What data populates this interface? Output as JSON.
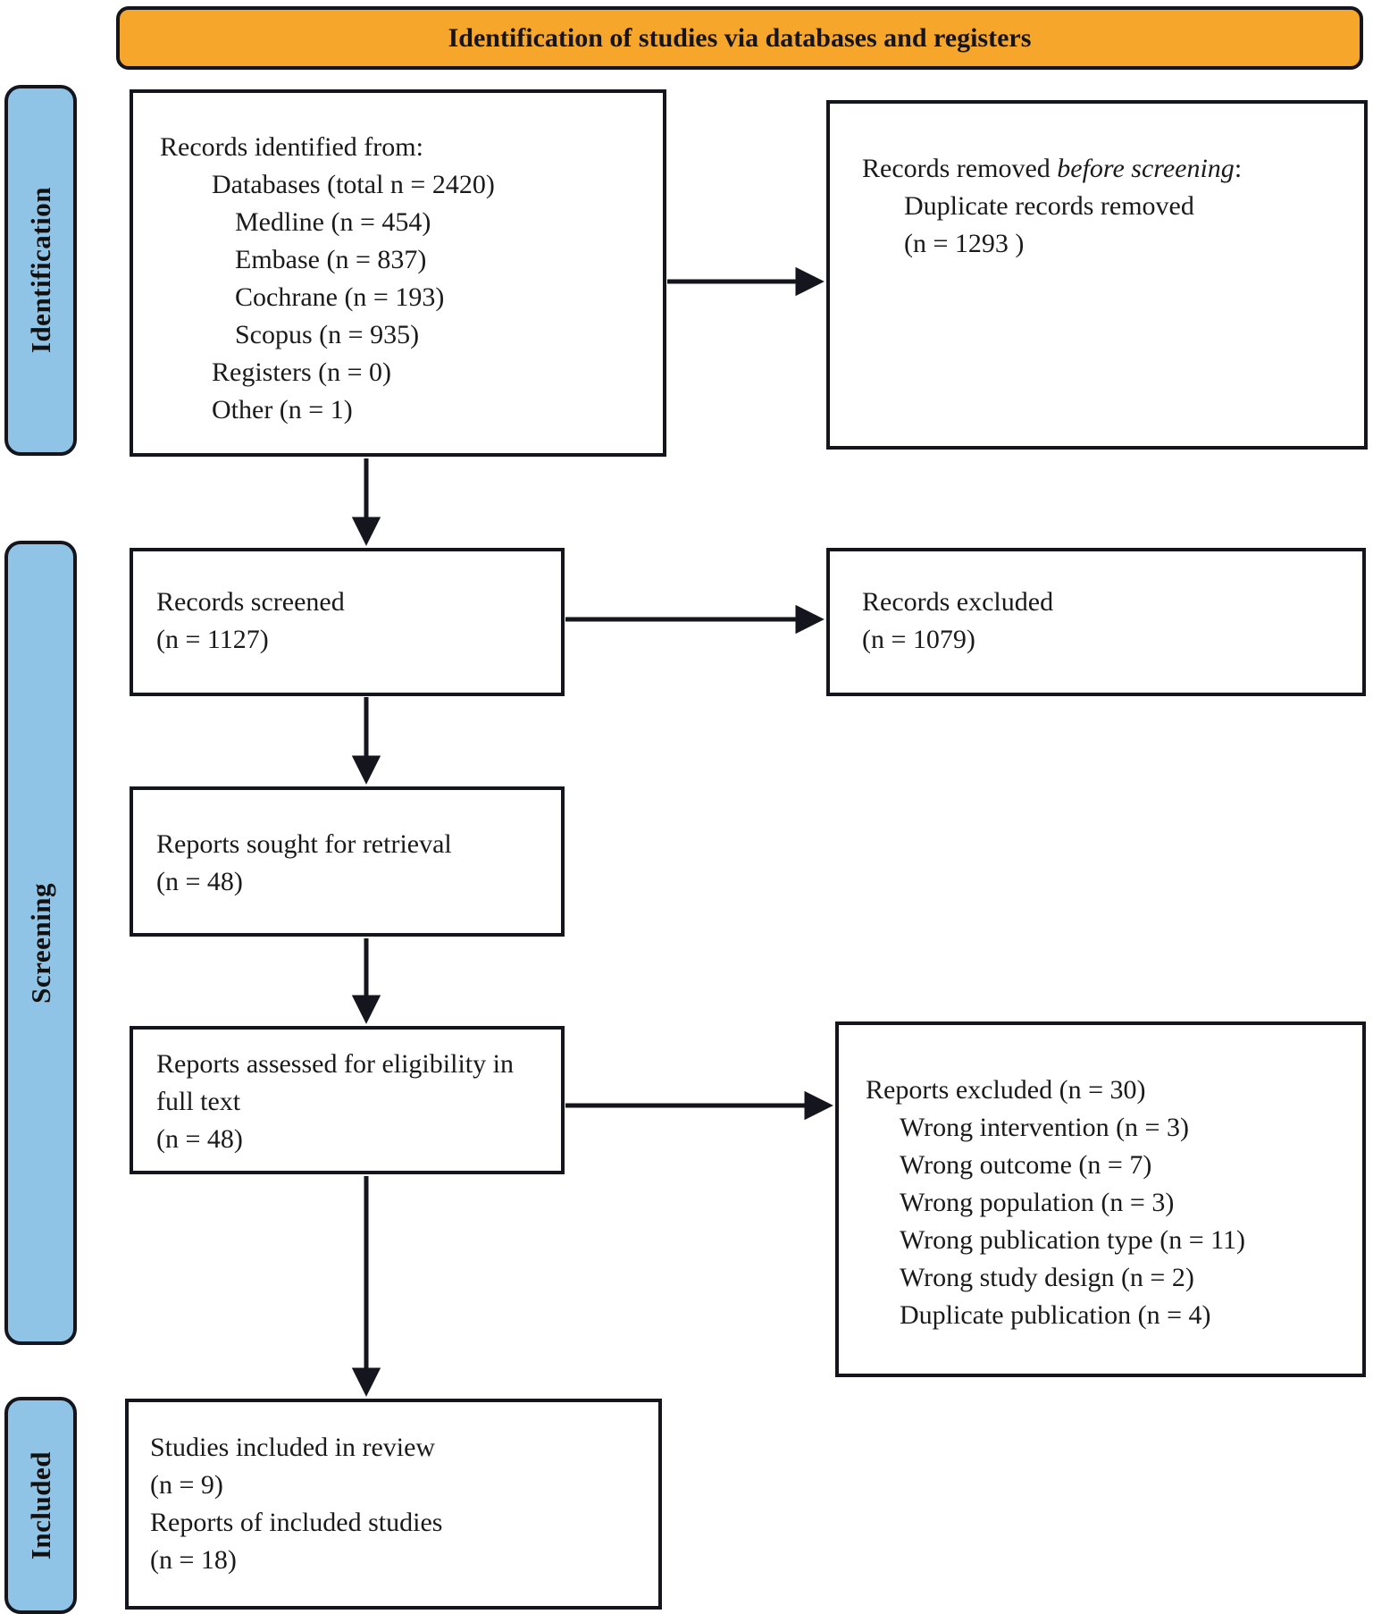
{
  "banner": {
    "title": "Identification of studies via databases and registers"
  },
  "colors": {
    "banner_bg": "#F6A62B",
    "sidebar_bg": "#90C4E6",
    "border": "#15151E",
    "text": "#1A1A1A"
  },
  "sidebars": {
    "identification": "Identification",
    "screening": "Screening",
    "included": "Included"
  },
  "boxes": {
    "records_identified": {
      "lines": [
        "Records identified from:",
        "Databases (total n = 2420)",
        "Medline (n = 454)",
        "Embase (n = 837)",
        "Cochrane (n = 193)",
        "Scopus (n = 935)",
        "Registers (n = 0)",
        "Other (n = 1)"
      ]
    },
    "records_removed": {
      "line1_prefix": "Records removed ",
      "line1_italic": "before screening",
      "line1_suffix": ":",
      "line2": "Duplicate records removed",
      "line3": "(n = 1293 )"
    },
    "records_screened": {
      "line1": "Records screened",
      "line2": "(n = 1127)"
    },
    "records_excluded": {
      "line1": "Records excluded",
      "line2": "(n = 1079)"
    },
    "reports_sought": {
      "line1": "Reports sought for retrieval",
      "line2": "(n = 48)"
    },
    "reports_assessed": {
      "line1": "Reports assessed for eligibility in full text",
      "line2": "(n = 48)"
    },
    "reports_excluded": {
      "lines": [
        "Reports excluded (n = 30)",
        "Wrong intervention (n = 3)",
        "Wrong outcome (n = 7)",
        "Wrong population (n = 3)",
        "Wrong publication type (n = 11)",
        "Wrong study design (n = 2)",
        "Duplicate publication (n = 4)"
      ]
    },
    "studies_included": {
      "lines": [
        "Studies included in review",
        "(n = 9)",
        "Reports of included studies",
        "(n = 18)"
      ]
    }
  }
}
